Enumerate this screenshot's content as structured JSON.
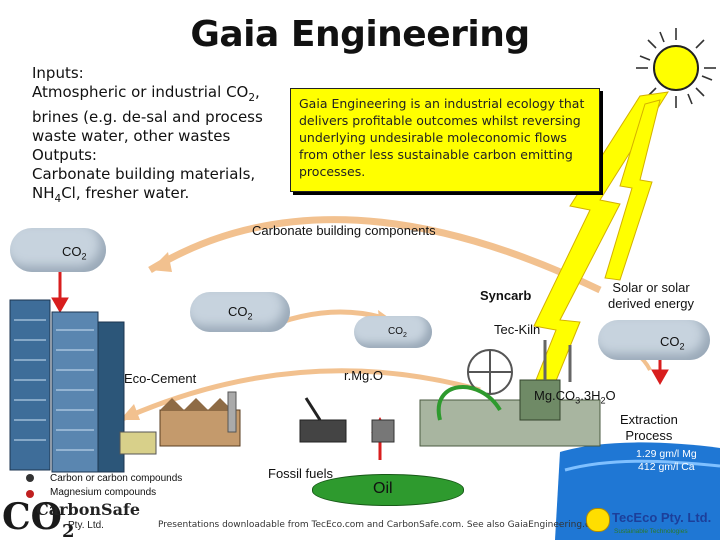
{
  "title": "Gaia Engineering",
  "inputs_block": {
    "line1": "Inputs:",
    "line2_pre": "Atmospheric or industrial CO",
    "line2_sub": "2",
    "line2_post": ",",
    "line3": "brines (e.g. de-sal and process",
    "line4": "waste water, other wastes",
    "line5": "Outputs:",
    "line6": "Carbonate building materials,",
    "line7_pre": "NH",
    "line7_sub": "4",
    "line7_post": "Cl, fresher water."
  },
  "callout": {
    "text": "Gaia Engineering is an industrial ecology that delivers profitable outcomes whilst reversing underlying undesirable moleconomic flows from other less sustainable carbon emitting processes."
  },
  "labels": {
    "carbonate_components": "Carbonate building components",
    "co2_main": "CO",
    "co2_sub": "2",
    "syncarb": "Syncarb",
    "solar_line1": "Solar or solar",
    "solar_line2": "derived energy",
    "tec_kiln": "Tec-Kiln",
    "eco_cement": "Eco-Cement",
    "rmgo": "r.Mg.O",
    "mgco3_pre": "Mg.CO",
    "mgco3_sub1": "3",
    "mgco3_mid": ".3H",
    "mgco3_sub2": "2",
    "mgco3_post": "O",
    "extraction_line1": "Extraction",
    "extraction_line2": "Process",
    "concentration_line1": "1.29 gm/l Mg",
    "concentration_line2": "412 gm/l Ca",
    "fossil_fuels": "Fossil fuels",
    "oil": "Oil",
    "carbon_line1": "Carbon or carbon compounds",
    "carbon_line2": "Magnesium compounds"
  },
  "footer": {
    "text": "Presentations downloadable from TecEco.com and CarbonSafe.com. See also GaiaEngineering.com"
  },
  "logos": {
    "left_co2": "CO",
    "left_sub": "2",
    "left_name": "CarbonSafe",
    "left_tag": "Pty. Ltd.",
    "right_name": "TecEco Pty. Ltd.",
    "right_tag": "Sustainable Technologies"
  },
  "colors": {
    "accent_yellow": "#ffff00",
    "arrow_tan": "#f2c18f",
    "water_blue": "#1f77d4",
    "oil_green": "#2e9a2e",
    "arrow_red": "#d81e1e"
  }
}
